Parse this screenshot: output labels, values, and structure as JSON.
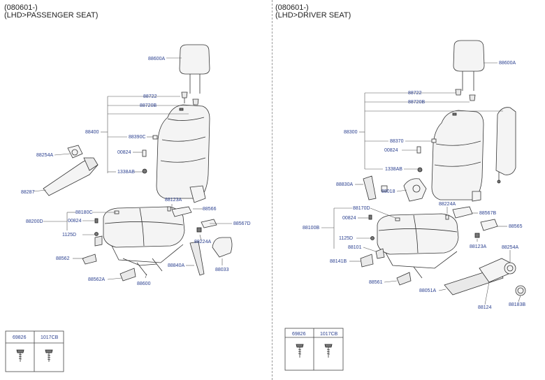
{
  "left": {
    "code": "(080601-)",
    "title": "(LHD>PASSENGER SEAT)",
    "labels": {
      "headrest": "88600A",
      "guide1": "88722",
      "guide2": "88720B",
      "back_assy": "88400",
      "back_sub": "88390C",
      "bolt": "00824",
      "nut": "1338AB",
      "knob": "88254A",
      "cover": "88287",
      "cushion_assy": "88200D",
      "cushion_sub": "88180C",
      "cushion_bolt": "00824",
      "bolt2": "1125D",
      "hook": "88123A",
      "recliner": "88566",
      "clip": "88567D",
      "spring": "88224A",
      "guard_l": "88562",
      "guard_r": "88562A",
      "track": "88600",
      "latch": "88840A",
      "wire": "88033"
    },
    "box_headers": [
      "69826",
      "1017CB"
    ]
  },
  "right": {
    "code": "(080601-)",
    "title": "(LHD>DRIVER SEAT)",
    "labels": {
      "headrest": "88600A",
      "guide1": "88722",
      "guide2": "88720B",
      "back_assy": "88300",
      "back_sub": "88370",
      "bolt": "00824",
      "nut": "1338AB",
      "buckle": "88830A",
      "recliner": "88018",
      "spring": "88224A",
      "clip": "88567B",
      "cushion_assy": "88100B",
      "cushion_sub": "88170D",
      "cushion_bolt": "00824",
      "bolt2": "1125D",
      "panel": "88565",
      "support": "88101",
      "hook": "88123A",
      "knob": "88254A",
      "side": "88141B",
      "guard": "88561",
      "lever_cover": "88051A",
      "lever": "88124",
      "ring": "88183B"
    },
    "box_headers": [
      "69826",
      "1017CB"
    ]
  }
}
